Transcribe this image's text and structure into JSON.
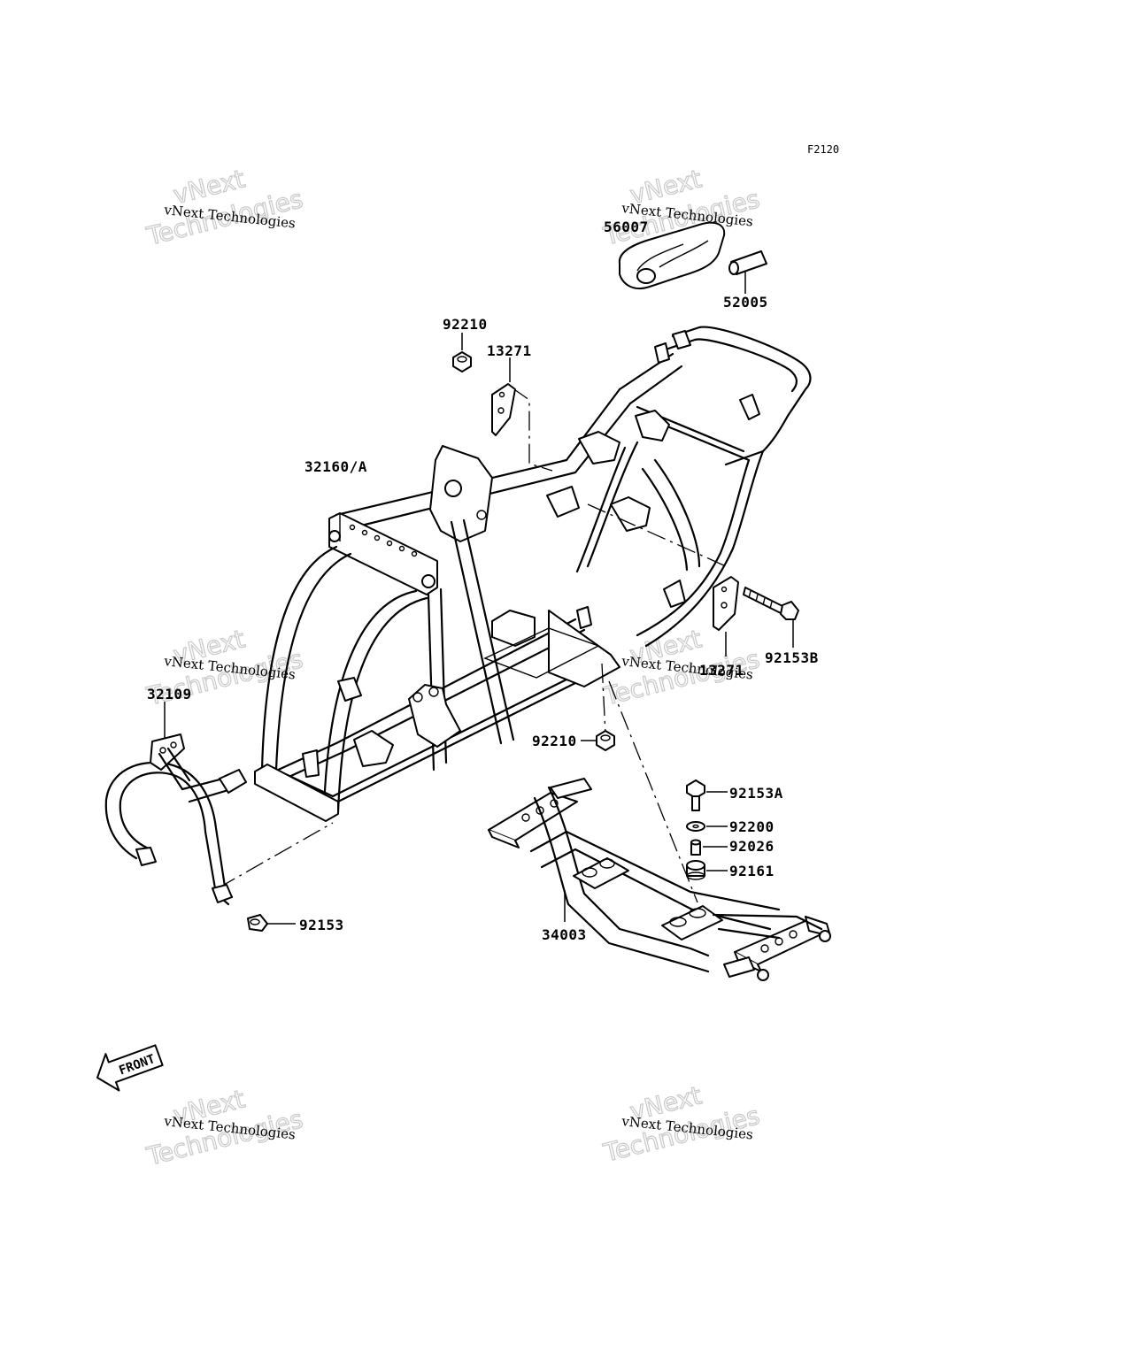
{
  "diagram_code": "F2120",
  "front_marker": "FRONT",
  "watermark": {
    "line1": "vNext Technologies",
    "line2": "vNext",
    "line3": "Technologies"
  },
  "parts": [
    {
      "id": "p56007",
      "number": "56007"
    },
    {
      "id": "p52005",
      "number": "52005"
    },
    {
      "id": "p92210_top",
      "number": "92210"
    },
    {
      "id": "p13271_top",
      "number": "13271"
    },
    {
      "id": "p32160",
      "number": "32160/A"
    },
    {
      "id": "p92153B",
      "number": "92153B"
    },
    {
      "id": "p13271_right",
      "number": "13271"
    },
    {
      "id": "p32109",
      "number": "32109"
    },
    {
      "id": "p92210_bottom",
      "number": "92210"
    },
    {
      "id": "p92153A",
      "number": "92153A"
    },
    {
      "id": "p92200",
      "number": "92200"
    },
    {
      "id": "p92026",
      "number": "92026"
    },
    {
      "id": "p92161",
      "number": "92161"
    },
    {
      "id": "p92153",
      "number": "92153"
    },
    {
      "id": "p34003",
      "number": "34003"
    }
  ]
}
